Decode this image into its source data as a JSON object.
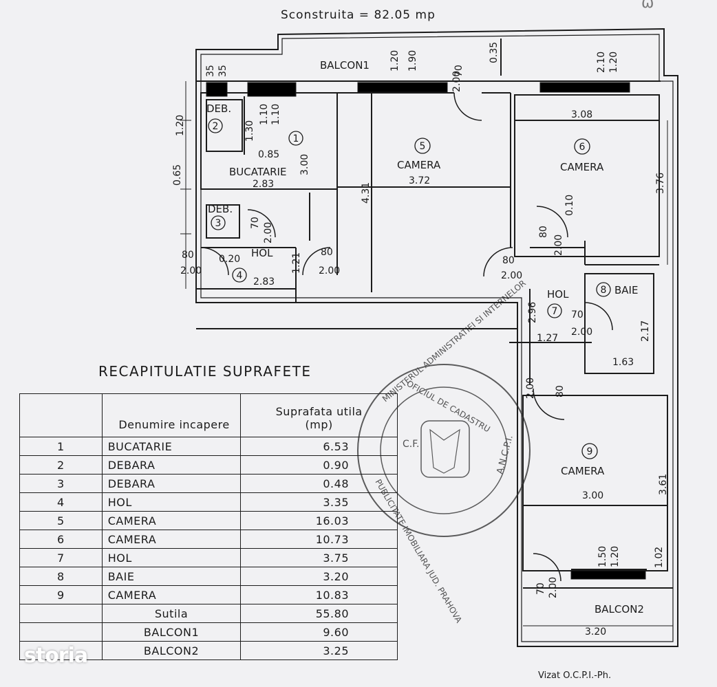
{
  "header": {
    "built_area": "Sconstruita  =  82.05  mp"
  },
  "balconies": {
    "balcon1": "BALCON1",
    "balcon2": "BALCON2"
  },
  "rooms": [
    {
      "num": "1",
      "name": "BUCATARIE"
    },
    {
      "num": "2",
      "name": "DEB."
    },
    {
      "num": "3",
      "name": "DEB."
    },
    {
      "num": "4",
      "name": "HOL"
    },
    {
      "num": "5",
      "name": "CAMERA"
    },
    {
      "num": "6",
      "name": "CAMERA"
    },
    {
      "num": "7",
      "name": "HOL"
    },
    {
      "num": "8",
      "name": "BAIE"
    },
    {
      "num": "9",
      "name": "CAMERA"
    }
  ],
  "dimensions": {
    "d_120_190": [
      "1.20",
      "1.90"
    ],
    "d_035": "0.35",
    "d_210_120": [
      "2.10",
      "1.20"
    ],
    "d_35_35": [
      "35",
      "35"
    ],
    "d_70_200_top": [
      "70",
      "2.00"
    ],
    "d_120_left": "1.20",
    "d_130": "1.30",
    "d_110_110": [
      "1.10",
      "1.10"
    ],
    "d_065": "0.65",
    "d_085": "0.85",
    "d_300": "3.00",
    "d_283_top": "2.83",
    "d_431": "4.31",
    "d_372": "3.72",
    "d_308": "3.08",
    "d_376": "3.76",
    "d_010": "0.10",
    "d_80_200_hol7top": [
      "80",
      "2.00"
    ],
    "d_70_200_deb3": [
      "70",
      "2.00"
    ],
    "d_80_200_left": [
      "80",
      "2.00"
    ],
    "d_020": "0.20",
    "d_121": "1.21",
    "d_80_200_mid": [
      "80",
      "2.00"
    ],
    "d_283_bottom": "2.83",
    "d_80_200_hol7": [
      "80",
      "2.00"
    ],
    "d_296": "2.96",
    "d_70_200_baie": [
      "70",
      "2.00"
    ],
    "d_217": "2.17",
    "d_127": "1.27",
    "d_163": "1.63",
    "d_80_200_cam9": [
      "80",
      "2.00"
    ],
    "d_300_cam9": "3.00",
    "d_361": "3.61",
    "d_150_120": [
      "1.50",
      "1.20"
    ],
    "d_102": "1.02",
    "d_70_200_balcon2": [
      "70",
      "2.00"
    ],
    "d_320": "3.20"
  },
  "stamp": {
    "lines": [
      "MINISTERUL ADMINISTRATIEI SI INTERNELOR",
      "OFICIUL DE CADASTRU",
      "A.N.C.P.I.",
      "PUBLICITATE IMOBILIARA JUD. PRAHOVA"
    ],
    "center": "C.F."
  },
  "recap": {
    "title": "RECAPITULATIE  SUPRAFETE",
    "headers": {
      "name": "Denumire incapere",
      "area": "Suprafata utila",
      "unit": "(mp)"
    },
    "rows": [
      {
        "nr": "1",
        "name": "BUCATARIE",
        "area": "6.53"
      },
      {
        "nr": "2",
        "name": "DEBARA",
        "area": "0.90"
      },
      {
        "nr": "3",
        "name": "DEBARA",
        "area": "0.48"
      },
      {
        "nr": "4",
        "name": "HOL",
        "area": "3.35"
      },
      {
        "nr": "5",
        "name": "CAMERA",
        "area": "16.03"
      },
      {
        "nr": "6",
        "name": "CAMERA",
        "area": "10.73"
      },
      {
        "nr": "7",
        "name": "HOL",
        "area": "3.75"
      },
      {
        "nr": "8",
        "name": "BAIE",
        "area": "3.20"
      },
      {
        "nr": "9",
        "name": "CAMERA",
        "area": "10.83"
      }
    ],
    "totals": [
      {
        "label": "Sutila",
        "area": "55.80"
      },
      {
        "label": "BALCON1",
        "area": "9.60"
      },
      {
        "label": "BALCON2",
        "area": "3.25"
      }
    ]
  },
  "footer": {
    "visa": "Vizat O.C.P.I.-Ph."
  },
  "watermark": {
    "brand": "storia"
  },
  "colors": {
    "ink": "#1b1b1b",
    "paper": "#f1f1f3"
  }
}
